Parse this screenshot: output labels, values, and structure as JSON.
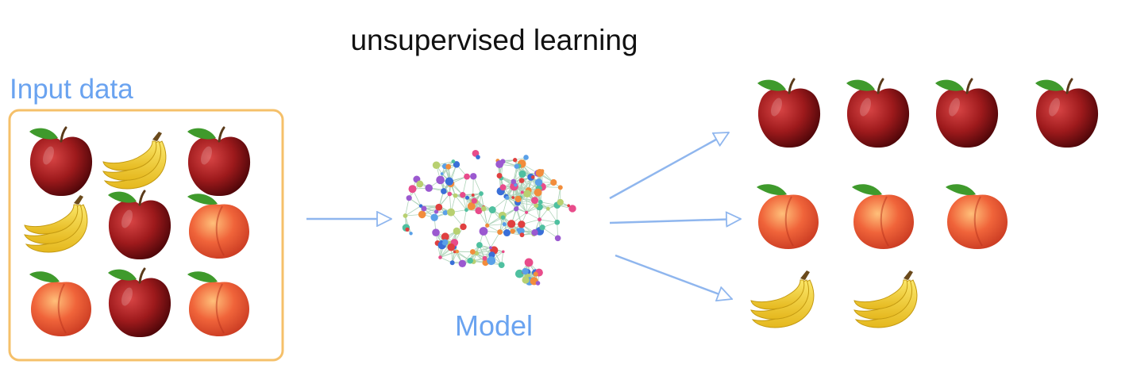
{
  "title": "unsupervised learning",
  "input_label": "Input data",
  "model_label": "Model",
  "colors": {
    "label_blue": "#6aa3f0",
    "box_orange": "#f5c06a",
    "arrow_blue": "#8fb6ee",
    "apple_red": "#9e1a1c",
    "banana_yellow": "#f3cf2a",
    "peach_orange": "#ef6a3c",
    "leaf_green": "#3f9a2c",
    "neural_palette": [
      "#e84c8b",
      "#5aa0e8",
      "#f28d3c",
      "#9b59d0",
      "#4fc0a0",
      "#e04040",
      "#3a6fd8",
      "#b8d070"
    ]
  },
  "input_grid": [
    "apple",
    "banana",
    "apple",
    "banana",
    "apple",
    "peach",
    "peach",
    "apple",
    "peach"
  ],
  "output_clusters": [
    {
      "fruit": "apple",
      "count": 4
    },
    {
      "fruit": "peach",
      "count": 3
    },
    {
      "fruit": "banana",
      "count": 2
    }
  ],
  "icons": [
    "apple-icon",
    "banana-icon",
    "peach-icon",
    "brain-network-icon",
    "arrow-icon"
  ]
}
